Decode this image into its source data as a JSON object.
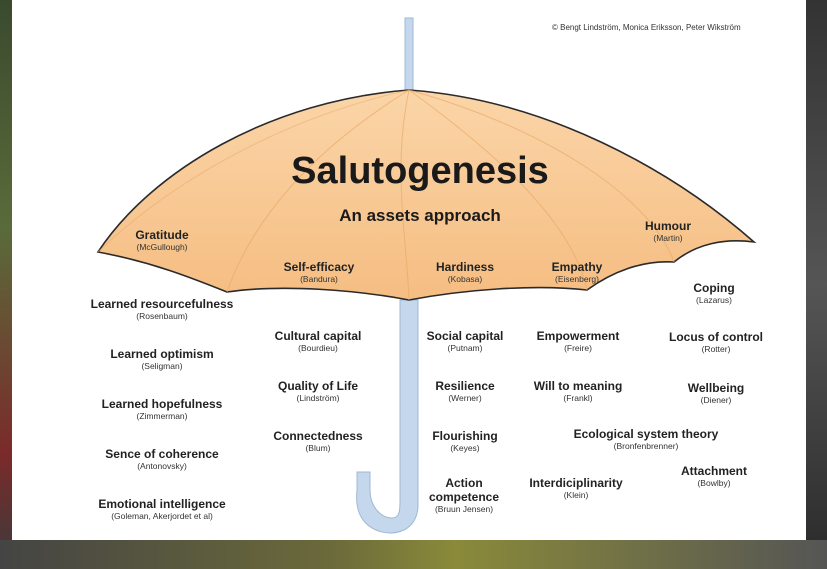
{
  "copyright": "© Bengt Lindström, Monica Eriksson, Peter Wikström",
  "title": "Salutogenesis",
  "subtitle": "An assets approach",
  "canopy_items": [
    {
      "id": "gratitude",
      "label": "Gratitude",
      "author": "(McGullough)"
    },
    {
      "id": "self-efficacy",
      "label": "Self-efficacy",
      "author": "(Bandura)"
    },
    {
      "id": "hardiness",
      "label": "Hardiness",
      "author": "(Kobasa)"
    },
    {
      "id": "empathy",
      "label": "Empathy",
      "author": "(Eisenberg)"
    },
    {
      "id": "humour",
      "label": "Humour",
      "author": "(Martin)"
    }
  ],
  "left_column": [
    {
      "id": "learned-resourcefulness",
      "label": "Learned resourcefulness",
      "author": "(Rosenbaum)"
    },
    {
      "id": "learned-optimism",
      "label": "Learned optimism",
      "author": "(Seligman)"
    },
    {
      "id": "learned-hopefulness",
      "label": "Learned hopefulness",
      "author": "(Zimmerman)"
    },
    {
      "id": "sence-of-coherence",
      "label": "Sence of coherence",
      "author": "(Antonovsky)"
    },
    {
      "id": "emotional-intelligence",
      "label": "Emotional intelligence",
      "author": "(Goleman, Akerjordet et al)"
    }
  ],
  "center_left_column": [
    {
      "id": "cultural-capital",
      "label": "Cultural capital",
      "author": "(Bourdieu)"
    },
    {
      "id": "quality-of-life",
      "label": "Quality of Life",
      "author": "(Lindström)"
    },
    {
      "id": "connectedness",
      "label": "Connectedness",
      "author": "(Blum)"
    }
  ],
  "center_column": [
    {
      "id": "social-capital",
      "label": "Social capital",
      "author": "(Putnam)"
    },
    {
      "id": "resilience",
      "label": "Resilience",
      "author": "(Werner)"
    },
    {
      "id": "flourishing",
      "label": "Flourishing",
      "author": "(Keyes)"
    },
    {
      "id": "action-competence",
      "label": "Action competence",
      "author": "(Bruun Jensen)"
    }
  ],
  "center_right_column": [
    {
      "id": "empowerment",
      "label": "Empowerment",
      "author": "(Freire)"
    },
    {
      "id": "will-to-meaning",
      "label": "Will to meaning",
      "author": "(Frankl)"
    },
    {
      "id": "ecological-system-theory",
      "label": "Ecological system theory",
      "author": "(Bronfenbrenner)"
    },
    {
      "id": "interdiciplinarity",
      "label": "Interdiciplinarity",
      "author": "(Klein)"
    }
  ],
  "right_column": [
    {
      "id": "coping",
      "label": "Coping",
      "author": "(Lazarus)"
    },
    {
      "id": "locus-of-control",
      "label": "Locus of control",
      "author": "(Rotter)"
    },
    {
      "id": "wellbeing",
      "label": "Wellbeing",
      "author": "(Diener)"
    },
    {
      "id": "attachment",
      "label": "Attachment",
      "author": "(Bowlby)"
    }
  ],
  "colors": {
    "canopy_fill": "#f8c893",
    "canopy_light": "#fde3c2",
    "canopy_stroke": "#2a2a2a",
    "handle": "#c4d7ec",
    "handle_stroke": "#9fb8d4"
  }
}
